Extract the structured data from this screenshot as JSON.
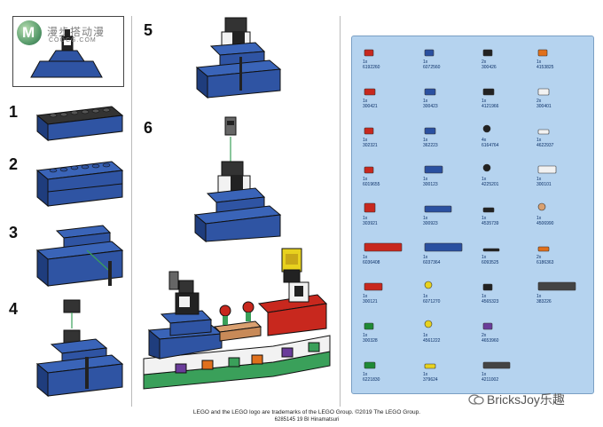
{
  "logo": {
    "mark": "M",
    "cn": "漫步搭动漫",
    "en": "COOCG.COM"
  },
  "steps": [
    "1",
    "2",
    "3",
    "4",
    "5",
    "6"
  ],
  "inventory": [
    {
      "qty": "1x",
      "id": "6192260",
      "color": "#c8281e",
      "shape": "s"
    },
    {
      "qty": "1x",
      "id": "6072560",
      "color": "#2a50a0",
      "shape": "s"
    },
    {
      "qty": "2x",
      "id": "300426",
      "color": "#222222",
      "shape": "s"
    },
    {
      "qty": "1x",
      "id": "4153825",
      "color": "#e0701c",
      "shape": "s"
    },
    {
      "qty": "1x",
      "id": "300421",
      "color": "#c8281e",
      "shape": "b"
    },
    {
      "qty": "1x",
      "id": "300423",
      "color": "#2a50a0",
      "shape": "b"
    },
    {
      "qty": "1x",
      "id": "4121966",
      "color": "#222222",
      "shape": "b"
    },
    {
      "qty": "2x",
      "id": "300401",
      "color": "#f2f2f2",
      "shape": "b"
    },
    {
      "qty": "1x",
      "id": "302321",
      "color": "#c8281e",
      "shape": "s"
    },
    {
      "qty": "1x",
      "id": "362223",
      "color": "#2a50a0",
      "shape": "b"
    },
    {
      "qty": "4x",
      "id": "6164764",
      "color": "#222222",
      "shape": "c"
    },
    {
      "qty": "1x",
      "id": "4622937",
      "color": "#f2f2f2",
      "shape": "t"
    },
    {
      "qty": "1x",
      "id": "6019655",
      "color": "#c8281e",
      "shape": "s"
    },
    {
      "qty": "1x",
      "id": "300123",
      "color": "#2a50a0",
      "shape": "m"
    },
    {
      "qty": "1x",
      "id": "4225201",
      "color": "#222222",
      "shape": "c"
    },
    {
      "qty": "1x",
      "id": "300101",
      "color": "#f2f2f2",
      "shape": "m"
    },
    {
      "qty": "1x",
      "id": "303921",
      "color": "#c8281e",
      "shape": "w"
    },
    {
      "qty": "1x",
      "id": "300923",
      "color": "#2a50a0",
      "shape": "l"
    },
    {
      "qty": "1x",
      "id": "4535739",
      "color": "#222222",
      "shape": "t"
    },
    {
      "qty": "1x",
      "id": "4506990",
      "color": "#d9a070",
      "shape": "f"
    },
    {
      "qty": "1x",
      "id": "6036408",
      "color": "#c8281e",
      "shape": "xl"
    },
    {
      "qty": "1x",
      "id": "6037364",
      "color": "#2a50a0",
      "shape": "xl"
    },
    {
      "qty": "1x",
      "id": "6093525",
      "color": "#222222",
      "shape": "r"
    },
    {
      "qty": "2x",
      "id": "6186363",
      "color": "#e0701c",
      "shape": "t"
    },
    {
      "qty": "1x",
      "id": "300121",
      "color": "#c8281e",
      "shape": "m"
    },
    {
      "qty": "1x",
      "id": "6071270",
      "color": "#e8d21e",
      "shape": "c"
    },
    {
      "qty": "1x",
      "id": "4565323",
      "color": "#222222",
      "shape": "s"
    },
    {
      "qty": "1x",
      "id": "383226",
      "color": "#444444",
      "shape": "xl"
    },
    {
      "qty": "1x",
      "id": "300328",
      "color": "#1f8a35",
      "shape": "s"
    },
    {
      "qty": "1x",
      "id": "4561222",
      "color": "#e8d21e",
      "shape": "c"
    },
    {
      "qty": "2x",
      "id": "4653960",
      "color": "#6a3c9a",
      "shape": "s"
    },
    {
      "qty": "",
      "id": "",
      "color": "",
      "shape": ""
    },
    {
      "qty": "1x",
      "id": "6221830",
      "color": "#1f8a35",
      "shape": "b"
    },
    {
      "qty": "1x",
      "id": "379624",
      "color": "#e8d21e",
      "shape": "t"
    },
    {
      "qty": "1x",
      "id": "4211002",
      "color": "#444444",
      "shape": "l"
    },
    {
      "qty": "",
      "id": "",
      "color": "",
      "shape": ""
    }
  ],
  "footer": {
    "line1": "LEGO and the LEGO logo are trademarks of the LEGO Group. ©2019 The LEGO Group.",
    "line2": "6285145  19 BI Hinamatsuri"
  },
  "watermark": "BricksJoy乐趣",
  "colors": {
    "blue": "#2f54a3",
    "blueDark": "#1f3d7d",
    "black": "#222222",
    "panel": "#b5d3ef",
    "green": "#3aa05a"
  }
}
